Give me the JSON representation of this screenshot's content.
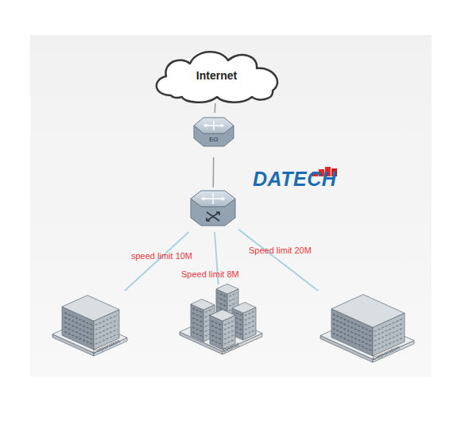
{
  "diagram": {
    "nodes": [
      {
        "text": [
          "Internet"
        ]
      },
      {
        "text": [
          "EG"
        ]
      },
      {
        "text": []
      },
      {
        "text": [
          "Corporation"
        ]
      },
      {
        "text": [
          "District"
        ]
      },
      {
        "text": [
          "Corporation"
        ]
      }
    ],
    "edges": [
      {
        "from": 0,
        "to": 1,
        "arrow": "none"
      },
      {
        "from": 1,
        "to": 2,
        "arrow": "none"
      },
      {
        "from": 2,
        "to": 3,
        "label": "speed limit 10M",
        "arrow": "none"
      },
      {
        "from": 2,
        "to": 4,
        "label": "Speed limit 8M",
        "arrow": "none"
      },
      {
        "from": 2,
        "to": 5,
        "label": "Speed limit 20M",
        "arrow": "none"
      }
    ],
    "labels": [
      "DATECH"
    ]
  }
}
